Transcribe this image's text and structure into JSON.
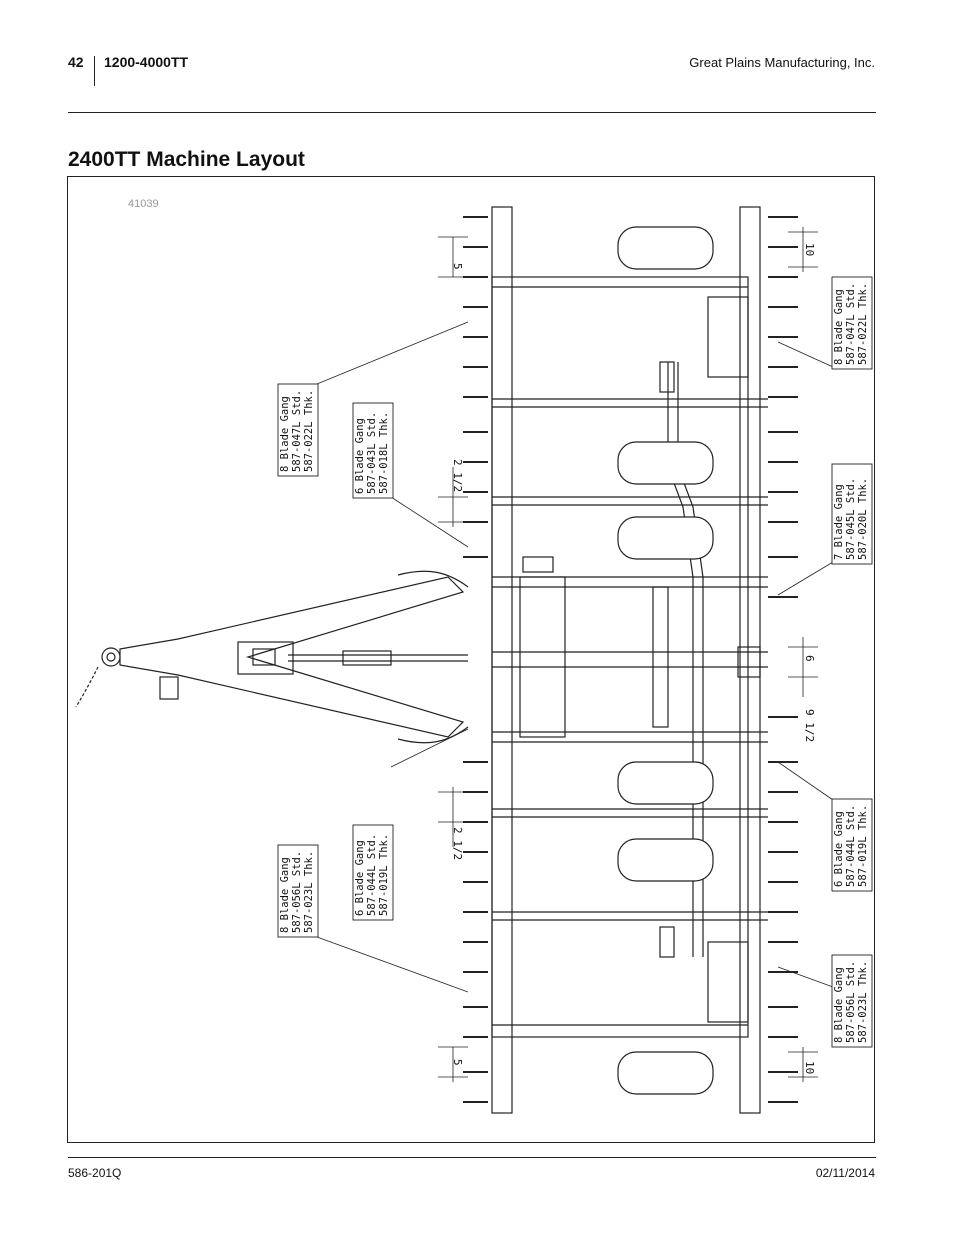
{
  "header": {
    "page_number": "42",
    "model": "1200-4000TT",
    "company": "Great Plains Manufacturing, Inc."
  },
  "section": {
    "title": "2400TT Machine Layout"
  },
  "figure": {
    "figure_number": "41039",
    "dimensions": {
      "top_front": "5",
      "top_rear": "10",
      "upper_mid": "2 1/2",
      "center_front": "6",
      "center_rear": "9 1/2",
      "lower_mid": "2 1/2",
      "bottom_front": "5",
      "bottom_rear": "10"
    },
    "callouts": [
      {
        "line1": "8 Blade Gang",
        "line2": "587-047L Std.",
        "line3": "587-022L Thk."
      },
      {
        "line1": "6 Blade Gang",
        "line2": "587-043L Std.",
        "line3": "587-018L Thk."
      },
      {
        "line1": "6 Blade Gang",
        "line2": "587-044L Std.",
        "line3": "587-019L Thk."
      },
      {
        "line1": "8 Blade Gang",
        "line2": "587-056L Std.",
        "line3": "587-023L Thk."
      },
      {
        "line1": "8 Blade Gang",
        "line2": "587-047L Std.",
        "line3": "587-022L Thk."
      },
      {
        "line1": "7 Blade Gang",
        "line2": "587-045L Std.",
        "line3": "587-020L Thk."
      },
      {
        "line1": "6 Blade Gang",
        "line2": "587-044L Std.",
        "line3": "587-019L Thk."
      },
      {
        "line1": "8 Blade Gang",
        "line2": "587-056L Std.",
        "line3": "587-023L Thk."
      }
    ]
  },
  "footer": {
    "doc_number": "586-201Q",
    "date": "02/11/2014"
  }
}
